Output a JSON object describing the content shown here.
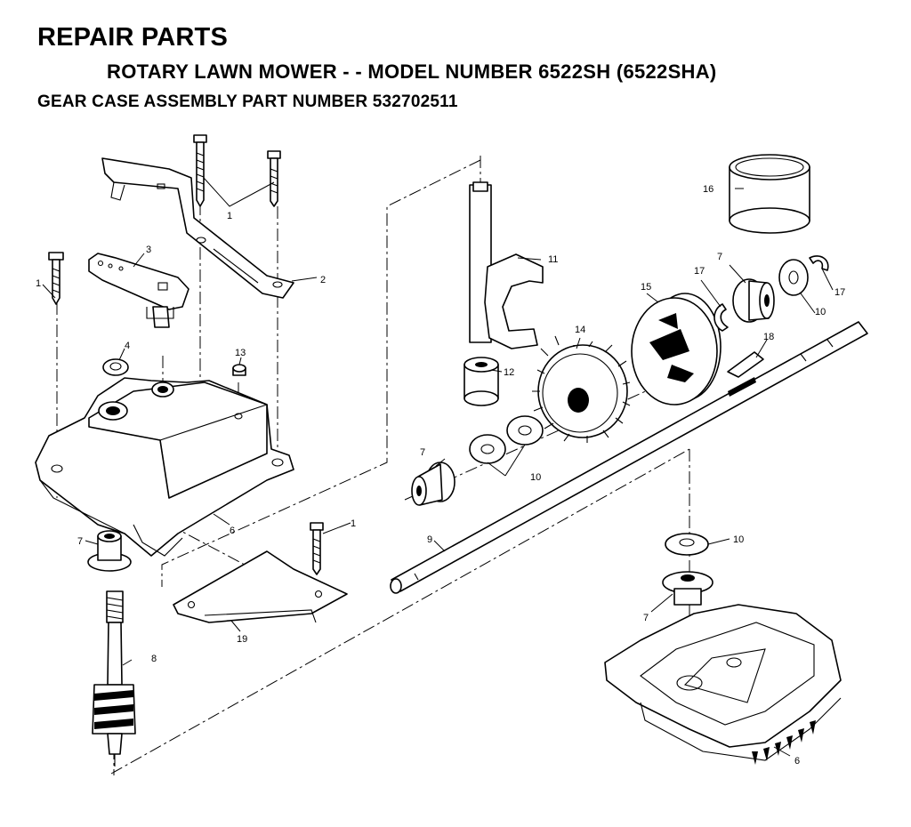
{
  "header": {
    "title": "REPAIR PARTS",
    "subtitle": "ROTARY LAWN MOWER - - MODEL NUMBER 6522SH (6522SHA)",
    "assembly": "GEAR CASE ASSEMBLY PART NUMBER 532702511"
  },
  "callouts": [
    {
      "label": "1"
    },
    {
      "label": "1"
    },
    {
      "label": "1"
    },
    {
      "label": "2"
    },
    {
      "label": "3"
    },
    {
      "label": "4"
    },
    {
      "label": "6"
    },
    {
      "label": "6"
    },
    {
      "label": "7"
    },
    {
      "label": "7"
    },
    {
      "label": "7"
    },
    {
      "label": "7"
    },
    {
      "label": "8"
    },
    {
      "label": "9"
    },
    {
      "label": "10"
    },
    {
      "label": "10"
    },
    {
      "label": "10"
    },
    {
      "label": "11"
    },
    {
      "label": "12"
    },
    {
      "label": "13"
    },
    {
      "label": "14"
    },
    {
      "label": "15"
    },
    {
      "label": "16"
    },
    {
      "label": "17"
    },
    {
      "label": "17"
    },
    {
      "label": "18"
    },
    {
      "label": "19"
    }
  ]
}
